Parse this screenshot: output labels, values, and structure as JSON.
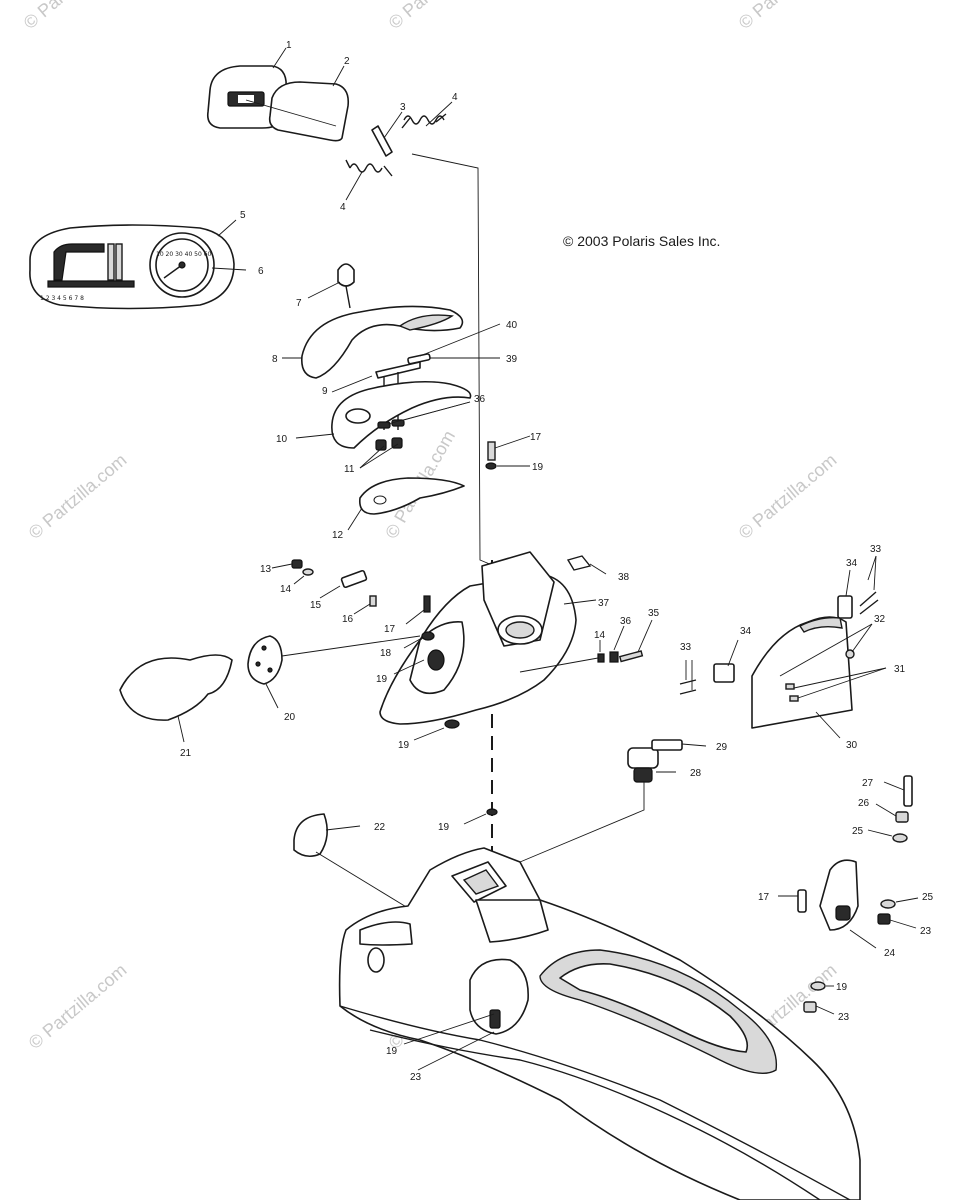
{
  "copyright": "© 2003 Polaris Sales Inc.",
  "watermark": "© Partzilla.com",
  "callouts": {
    "c1": "1",
    "c2": "2",
    "c3": "3",
    "c4a": "4",
    "c4b": "4",
    "c5": "5",
    "c6": "6",
    "c7": "7",
    "c8": "8",
    "c9": "9",
    "c10": "10",
    "c11": "11",
    "c12": "12",
    "c13": "13",
    "c14a": "14",
    "c14b": "14",
    "c15": "15",
    "c16": "16",
    "c17a": "17",
    "c17b": "17",
    "c17c": "17",
    "c18": "18",
    "c19a": "19",
    "c19b": "19",
    "c19c": "19",
    "c19d": "19",
    "c19e": "19",
    "c19f": "19",
    "c20": "20",
    "c21": "21",
    "c22": "22",
    "c23a": "23",
    "c23b": "23",
    "c23c": "23",
    "c24": "24",
    "c25a": "25",
    "c25b": "25",
    "c26": "26",
    "c27": "27",
    "c28": "28",
    "c29": "29",
    "c30": "30",
    "c31": "31",
    "c32": "32",
    "c33a": "33",
    "c33b": "33",
    "c34a": "34",
    "c34b": "34",
    "c35": "35",
    "c36a": "36",
    "c36b": "36",
    "c37": "37",
    "c38": "38",
    "c39": "39",
    "c40": "40"
  },
  "gauge_labels": {
    "speed_numbers": "10 20 30 40 50 60",
    "bar_scale": "1 2 3 4 5 6 7 8"
  }
}
